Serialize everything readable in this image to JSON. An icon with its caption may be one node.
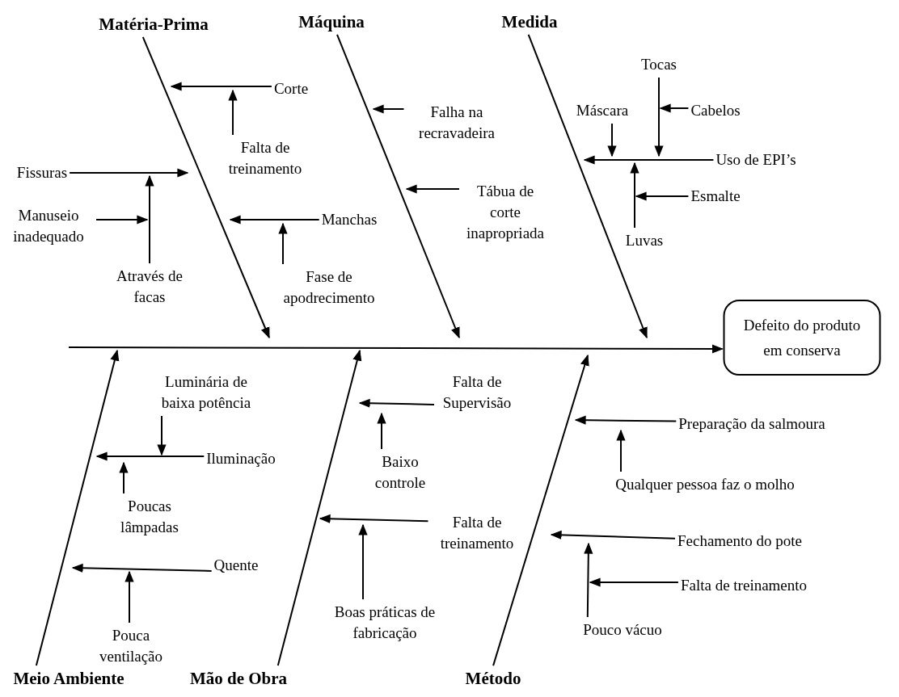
{
  "diagram": {
    "nodes": [
      {
        "text": [
          "Matéria-Prima"
        ]
      },
      {
        "text": [
          "Máquina"
        ]
      },
      {
        "text": [
          "Medida"
        ]
      },
      {
        "text": [
          "Tocas"
        ]
      },
      {
        "text": [
          "Corte"
        ]
      },
      {
        "text": [
          "Máscara"
        ]
      },
      {
        "text": [
          "Cabelos"
        ]
      },
      {
        "text": [
          "Falha na recravadeira"
        ]
      },
      {
        "text": [
          "Falta de treinamento"
        ]
      },
      {
        "text": [
          "Fissuras"
        ]
      },
      {
        "text": [
          "Uso de EPI’s"
        ]
      },
      {
        "text": [
          "Tábua de corte inapropriada"
        ]
      },
      {
        "text": [
          "Esmalte"
        ]
      },
      {
        "text": [
          "Manuseio inadequado"
        ]
      },
      {
        "text": [
          "Manchas"
        ]
      },
      {
        "text": [
          "Luvas"
        ]
      },
      {
        "text": [
          "Através de facas"
        ]
      },
      {
        "text": [
          "Fase de apodrecimento"
        ]
      },
      {
        "text": [
          "Defeito do produto em conserva"
        ]
      },
      {
        "text": [
          "Luminária de baixa potência"
        ]
      },
      {
        "text": [
          "Falta de Supervisão"
        ]
      },
      {
        "text": [
          "Preparação da salmoura"
        ]
      },
      {
        "text": [
          "Iluminação"
        ]
      },
      {
        "text": [
          "Baixo controle"
        ]
      },
      {
        "text": [
          "Qualquer pessoa faz o molho"
        ]
      },
      {
        "text": [
          "Falta de treinamento"
        ]
      },
      {
        "text": [
          "Poucas lâmpadas"
        ]
      },
      {
        "text": [
          "Quente"
        ]
      },
      {
        "text": [
          "Fechamento do pote"
        ]
      },
      {
        "text": [
          "Falta de treinamento"
        ]
      },
      {
        "text": [
          "Boas práticas de fabricação"
        ]
      },
      {
        "text": [
          "Pouco vácuo"
        ]
      },
      {
        "text": [
          "Pouca ventilação"
        ]
      },
      {
        "text": [
          "Meio Ambiente"
        ]
      },
      {
        "text": [
          "Mão de Obra"
        ]
      },
      {
        "text": [
          "Método"
        ]
      }
    ],
    "edges": [
      {
        "from": null,
        "to": 18,
        "arrow": "to"
      },
      {
        "from": 0,
        "to": null,
        "arrow": "to"
      },
      {
        "from": 1,
        "to": null,
        "arrow": "to"
      },
      {
        "from": 2,
        "to": null,
        "arrow": "to"
      },
      {
        "from": 33,
        "to": null,
        "arrow": "to"
      },
      {
        "from": 34,
        "to": null,
        "arrow": "to"
      },
      {
        "from": 35,
        "to": null,
        "arrow": "to"
      },
      {
        "from": 4,
        "to": null,
        "arrow": "to"
      },
      {
        "from": 8,
        "to": null,
        "arrow": "to"
      },
      {
        "from": 9,
        "to": null,
        "arrow": "to"
      },
      {
        "from": 16,
        "to": null,
        "arrow": "to"
      },
      {
        "from": 13,
        "to": null,
        "arrow": "to"
      },
      {
        "from": 14,
        "to": null,
        "arrow": "to"
      },
      {
        "from": 17,
        "to": null,
        "arrow": "to"
      },
      {
        "from": 7,
        "to": null,
        "arrow": "to"
      },
      {
        "from": 11,
        "to": null,
        "arrow": "to"
      },
      {
        "from": 10,
        "to": null,
        "arrow": "to"
      },
      {
        "from": 5,
        "to": null,
        "arrow": "to"
      },
      {
        "from": 3,
        "to": null,
        "arrow": "to"
      },
      {
        "from": 6,
        "to": null,
        "arrow": "to"
      },
      {
        "from": 15,
        "to": null,
        "arrow": "to"
      },
      {
        "from": 12,
        "to": null,
        "arrow": "to"
      },
      {
        "from": 22,
        "to": null,
        "arrow": "to"
      },
      {
        "from": 19,
        "to": null,
        "arrow": "to"
      },
      {
        "from": 26,
        "to": null,
        "arrow": "to"
      },
      {
        "from": 27,
        "to": null,
        "arrow": "to"
      },
      {
        "from": 32,
        "to": null,
        "arrow": "to"
      },
      {
        "from": 20,
        "to": null,
        "arrow": "to"
      },
      {
        "from": 23,
        "to": null,
        "arrow": "to"
      },
      {
        "from": 25,
        "to": null,
        "arrow": "to"
      },
      {
        "from": 30,
        "to": null,
        "arrow": "to"
      },
      {
        "from": 21,
        "to": null,
        "arrow": "to"
      },
      {
        "from": 24,
        "to": null,
        "arrow": "to"
      },
      {
        "from": 28,
        "to": null,
        "arrow": "to"
      },
      {
        "from": 29,
        "to": null,
        "arrow": "to"
      },
      {
        "from": 31,
        "to": null,
        "arrow": "to"
      }
    ]
  }
}
